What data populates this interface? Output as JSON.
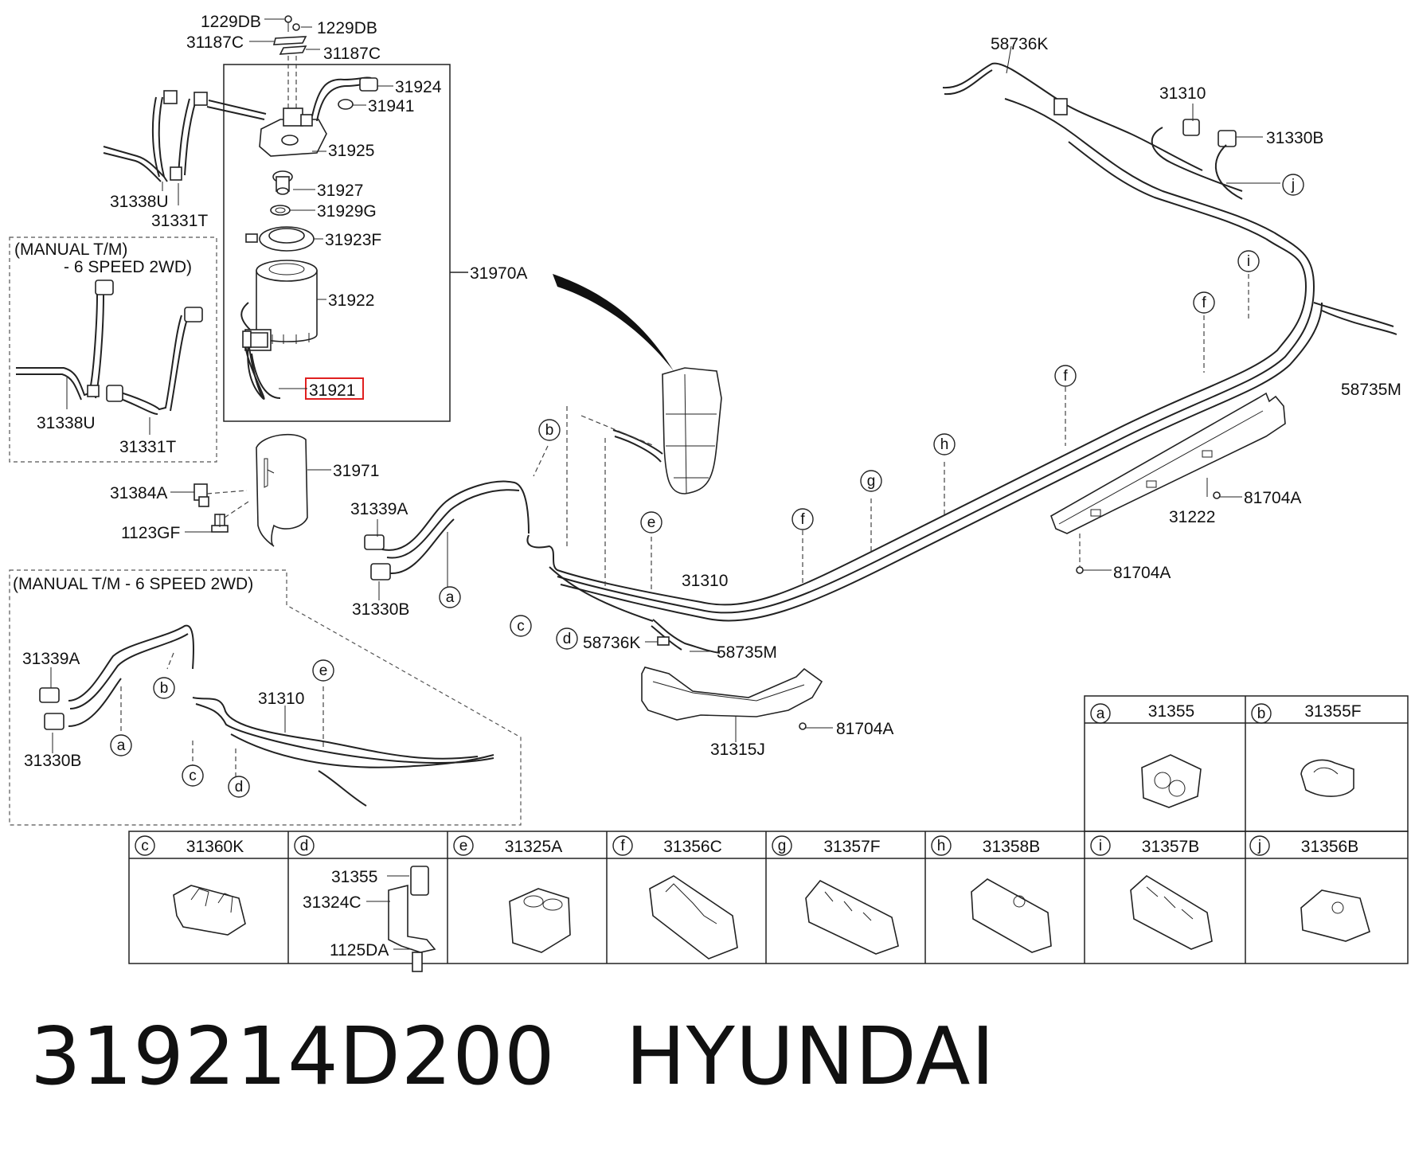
{
  "title": {
    "part_number": "319214D200",
    "brand": "HYUNDAI"
  },
  "highlight_color": "#e02020",
  "highlighted_part": "31921",
  "callouts": [
    {
      "id": "c-1229db-a",
      "text": "1229DB"
    },
    {
      "id": "c-1229db-b",
      "text": "1229DB"
    },
    {
      "id": "c-31187c-a",
      "text": "31187C"
    },
    {
      "id": "c-31187c-b",
      "text": "31187C"
    },
    {
      "id": "c-31924",
      "text": "31924"
    },
    {
      "id": "c-31941",
      "text": "31941"
    },
    {
      "id": "c-31925",
      "text": "31925"
    },
    {
      "id": "c-31927",
      "text": "31927"
    },
    {
      "id": "c-31929g",
      "text": "31929G"
    },
    {
      "id": "c-31923f",
      "text": "31923F"
    },
    {
      "id": "c-31922",
      "text": "31922"
    },
    {
      "id": "c-31921",
      "text": "31921"
    },
    {
      "id": "c-31970a",
      "text": "31970A"
    },
    {
      "id": "c-31338u",
      "text": "31338U"
    },
    {
      "id": "c-31331t",
      "text": "31331T"
    },
    {
      "id": "c-31338u-m",
      "text": "31338U"
    },
    {
      "id": "c-31331t-m",
      "text": "31331T"
    },
    {
      "id": "c-31971",
      "text": "31971"
    },
    {
      "id": "c-31384a",
      "text": "31384A"
    },
    {
      "id": "c-1123gf",
      "text": "1123GF"
    },
    {
      "id": "c-31339a",
      "text": "31339A"
    },
    {
      "id": "c-31330b",
      "text": "31330B"
    },
    {
      "id": "c-31310-main",
      "text": "31310"
    },
    {
      "id": "c-58736k-mid",
      "text": "58736K"
    },
    {
      "id": "c-58735m-mid",
      "text": "58735M"
    },
    {
      "id": "c-31339a-m",
      "text": "31339A"
    },
    {
      "id": "c-31330b-m",
      "text": "31330B"
    },
    {
      "id": "c-31310-m",
      "text": "31310"
    },
    {
      "id": "c-58736k-top",
      "text": "58736K"
    },
    {
      "id": "c-31310-top",
      "text": "31310"
    },
    {
      "id": "c-31330b-top",
      "text": "31330B"
    },
    {
      "id": "c-58735m-right",
      "text": "58735M"
    },
    {
      "id": "c-81704a-a",
      "text": "81704A"
    },
    {
      "id": "c-31222",
      "text": "31222"
    },
    {
      "id": "c-81704a-b",
      "text": "81704A"
    },
    {
      "id": "c-31315j",
      "text": "31315J"
    },
    {
      "id": "c-81704a-c",
      "text": "81704A"
    }
  ],
  "boxes": {
    "manual_1": {
      "line1": "(MANUAL T/M)",
      "line2": "- 6 SPEED 2WD)"
    },
    "manual_2": {
      "line1": "(MANUAL T/M - 6 SPEED 2WD)"
    }
  },
  "clip_table": {
    "top_row": [
      {
        "letter": "a",
        "part": "31355"
      },
      {
        "letter": "b",
        "part": "31355F"
      }
    ],
    "bottom_row": [
      {
        "letter": "c",
        "part": "31360K"
      },
      {
        "letter": "d",
        "part": "",
        "sub_parts": [
          "31355",
          "31324C",
          "1125DA"
        ]
      },
      {
        "letter": "e",
        "part": "31325A"
      },
      {
        "letter": "f",
        "part": "31356C"
      },
      {
        "letter": "g",
        "part": "31357F"
      },
      {
        "letter": "h",
        "part": "31358B"
      },
      {
        "letter": "i",
        "part": "31357B"
      },
      {
        "letter": "j",
        "part": "31356B"
      }
    ]
  },
  "letters": [
    {
      "id": "l-a-main",
      "text": "a"
    },
    {
      "id": "l-b-main",
      "text": "b"
    },
    {
      "id": "l-c-main",
      "text": "c"
    },
    {
      "id": "l-d-main",
      "text": "d"
    },
    {
      "id": "l-e-main",
      "text": "e"
    },
    {
      "id": "l-f-1",
      "text": "f"
    },
    {
      "id": "l-g",
      "text": "g"
    },
    {
      "id": "l-h",
      "text": "h"
    },
    {
      "id": "l-f-2",
      "text": "f"
    },
    {
      "id": "l-f-3",
      "text": "f"
    },
    {
      "id": "l-i",
      "text": "i"
    },
    {
      "id": "l-j",
      "text": "j"
    },
    {
      "id": "l-a-m",
      "text": "a"
    },
    {
      "id": "l-b-m",
      "text": "b"
    },
    {
      "id": "l-c-m",
      "text": "c"
    },
    {
      "id": "l-d-m",
      "text": "d"
    },
    {
      "id": "l-e-m",
      "text": "e"
    }
  ]
}
